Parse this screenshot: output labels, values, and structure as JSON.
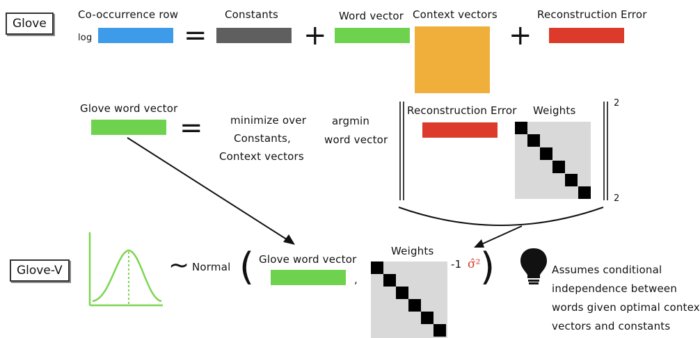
{
  "glove_tag": "Glove",
  "glove_v_tag": "Glove-V",
  "eq1": {
    "cooc_label": "Co-occurrence row",
    "log_label": "log",
    "constants_label": "Constants",
    "word_vector_label": "Word vector",
    "context_vectors_label": "Context vectors",
    "recon_error_label": "Reconstruction Error",
    "equals": "=",
    "plus": "+"
  },
  "eq2": {
    "glove_word_vector_label": "Glove word vector",
    "equals": "=",
    "minimize_lines": [
      "minimize over",
      "Constants,",
      "Context vectors"
    ],
    "argmin_lines": [
      "argmin",
      "word vector"
    ],
    "recon_error_label": "Reconstruction Error",
    "weights_label": "Weights",
    "norm_exponent": "2",
    "norm_subscript": "2"
  },
  "eq3": {
    "tilde": "~",
    "normal_label": "Normal",
    "open_paren": "(",
    "close_paren": ")",
    "glove_word_vector_label": "Glove word vector",
    "comma": ",",
    "weights_label": "Weights",
    "inverse_exp": "-1",
    "sigma_hat": "σ̂²"
  },
  "note_lines": [
    "Assumes conditional",
    "independence between",
    "words given optimal context",
    "vectors and constants"
  ],
  "colors": {
    "blue": "#3d9be9",
    "gray": "#5f5f5f",
    "green": "#6ed24f",
    "orange": "#f0ae3a",
    "red": "#dc3a2a",
    "matrix_bg": "#d9d9d9",
    "gauss": "#7ad64f",
    "sigma_red": "#d23a2a"
  },
  "icons": {
    "lightbulb": "lightbulb-icon",
    "gaussian": "gaussian-curve-icon"
  }
}
